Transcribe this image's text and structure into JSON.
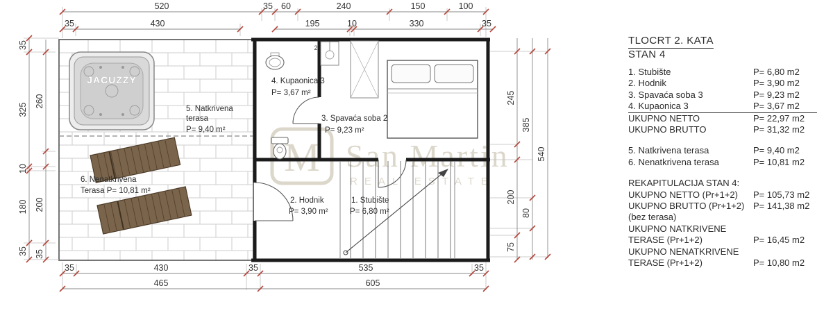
{
  "legend": {
    "title_line1": "TLOCRT 2. KATA",
    "title_line2": "STAN 4",
    "rows": [
      {
        "label": "1. Stubište",
        "value": "P= 6,80 m2"
      },
      {
        "label": "2. Hodnik",
        "value": "P= 3,90 m2"
      },
      {
        "label": "3. Spavaća soba 3",
        "value": "P= 9,23 m2"
      },
      {
        "label": "4. Kupaonica 3",
        "value": "P= 3,67 m2"
      },
      {
        "label": "UKUPNO NETTO",
        "value": "P= 22,97 m2"
      },
      {
        "label": "UKUPNO BRUTTO",
        "value": "P= 31,32 m2"
      },
      {
        "label": "5. Natkrivena terasa",
        "value": "P= 9,40 m2"
      },
      {
        "label": "6. Nenatkrivena terasa",
        "value": "P= 10,81 m2"
      },
      {
        "label": "REKAPITULACIJA STAN 4:",
        "value": ""
      },
      {
        "label": "UKUPNO NETTO (Pr+1+2)",
        "value": "P= 105,73 m2"
      },
      {
        "label": "UKUPNO BRUTTO (Pr+1+2)",
        "value": "P= 141,38 m2"
      },
      {
        "label": "(bez terasa)",
        "value": ""
      },
      {
        "label": "UKUPNO NATKRIVENE",
        "value": ""
      },
      {
        "label": "TERASE (Pr+1+2)",
        "value": "P= 16,45 m2"
      },
      {
        "label": "UKUPNO NENATKRIVENE",
        "value": ""
      },
      {
        "label": "TERASE (Pr+1+2)",
        "value": "P= 10,80 m2"
      }
    ]
  },
  "plan": {
    "jacuzzi_label": "JACUZZY",
    "mark": "2",
    "rooms": {
      "natkrivena": {
        "l1": "5. Natkrivena",
        "l2": "terasa",
        "l3": "P= 9,40 m²"
      },
      "kupaonica": {
        "l1": "4. Kupaonica 3",
        "l2": "P= 3,67 m²"
      },
      "spavaca": {
        "l1": "3. Spavaća soba 2",
        "l2": "P= 9,23 m²"
      },
      "nenatkrivena": {
        "l1": "6. Nenatkrivena",
        "l2": "Terasa P= 10,81 m²"
      },
      "hodnik": {
        "l1": "2. Hodnik",
        "l2": "P= 3,90 m²"
      },
      "stubiste": {
        "l1": "1. Stubište",
        "l2": "P= 6,80 m²"
      }
    },
    "dims": {
      "top1": [
        "520",
        "35",
        "60",
        "240",
        "150",
        "100"
      ],
      "top2": [
        "35",
        "430",
        "195",
        "10",
        "330",
        "35"
      ],
      "left_outer": [
        "35",
        "325",
        "10",
        "180",
        "35"
      ],
      "left_inner": [
        "260",
        "200",
        "35"
      ],
      "right_inner": [
        "245",
        "200",
        "75"
      ],
      "right_mid": [
        "385",
        "80"
      ],
      "right_outer": [
        "540"
      ],
      "bottom1": [
        "35",
        "430",
        "35",
        "535",
        "35"
      ],
      "bottom2": [
        "465",
        "605"
      ]
    }
  },
  "watermark": {
    "monogram": "M",
    "line1": "San Martin",
    "line2": "REAL ESTATE"
  },
  "colors": {
    "tick": "#b5463b",
    "wall": "#1b1b1b",
    "watermark": "#d6d1c2",
    "lounger": "#7a654c"
  }
}
